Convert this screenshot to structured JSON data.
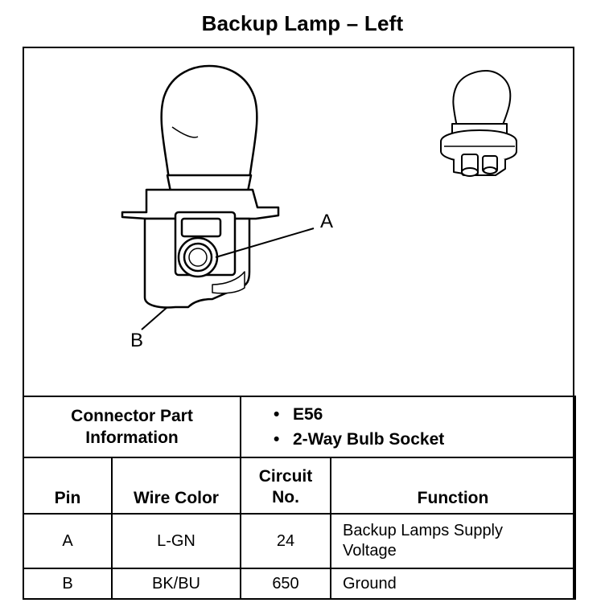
{
  "title": "Backup Lamp – Left",
  "callouts": {
    "a": "A",
    "b": "B"
  },
  "connector_info": {
    "label_line1": "Connector Part",
    "label_line2": "Information",
    "items": [
      "E56",
      "2-Way Bulb Socket"
    ]
  },
  "table": {
    "headers": {
      "pin": "Pin",
      "wire_color": "Wire Color",
      "circuit_line1": "Circuit",
      "circuit_line2": "No.",
      "function": "Function"
    },
    "rows": [
      {
        "pin": "A",
        "wire_color": "L-GN",
        "circuit": "24",
        "function_line1": "Backup Lamps Supply",
        "function_line2": "Voltage"
      },
      {
        "pin": "B",
        "wire_color": "BK/BU",
        "circuit": "650",
        "function_line1": "Ground",
        "function_line2": ""
      }
    ]
  }
}
